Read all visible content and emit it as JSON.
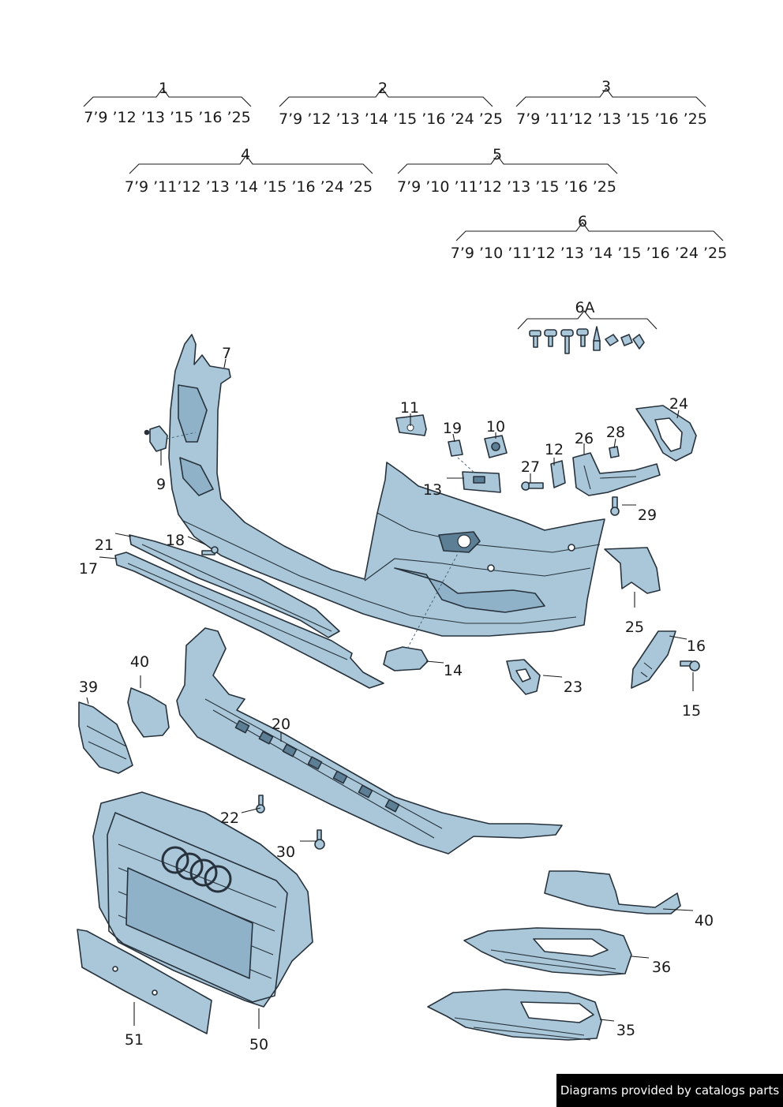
{
  "groups": [
    {
      "label": "1",
      "years": "7’9 ’12 ’13 ’15 ’16 ’25"
    },
    {
      "label": "2",
      "years": "7’9 ’12 ’13 ’14 ’15 ’16 ’24  ’25"
    },
    {
      "label": "3",
      "years": "7’9 ’11’12 ’13 ’15 ’16 ’25"
    },
    {
      "label": "4",
      "years": "7’9 ’11’12 ’13 ’14 ’15 ’16 ’24  ’25"
    },
    {
      "label": "5",
      "years": "7’9 ’10 ’11’12 ’13 ’15 ’16 ’25"
    },
    {
      "label": "6",
      "years": "7’9 ’10 ’11’12 ’13 ’14 ’15 ’16 ’24  ’25"
    },
    {
      "label": "6A",
      "years": ""
    }
  ],
  "callouts": [
    "7",
    "9",
    "11",
    "19",
    "10",
    "12",
    "26",
    "28",
    "24",
    "27",
    "13",
    "29",
    "21",
    "18",
    "17",
    "25",
    "16",
    "14",
    "23",
    "15",
    "40",
    "39",
    "20",
    "22",
    "30",
    "40",
    "36",
    "35",
    "51",
    "50"
  ],
  "credit": "Diagrams provided by catalogs parts",
  "colors": {
    "part_fill": "#a9c7d9",
    "part_shade": "#8fb2c8",
    "outline": "#27323c",
    "credit_bg": "#000000"
  }
}
